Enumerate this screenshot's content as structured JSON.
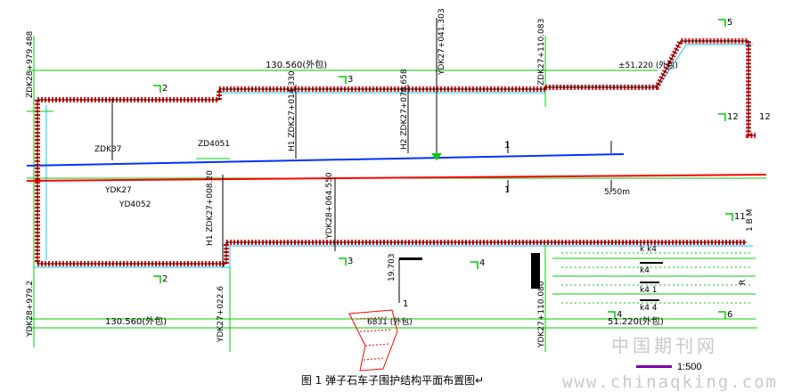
{
  "figure": {
    "caption": "图 1  弹子石车子围护结构平面布置图↵",
    "scale": "1:500",
    "watermark_cn": "中国期刊网",
    "watermark_url": "www.chinaqking.com"
  },
  "colors": {
    "retaining_wall": "#ff0000",
    "green_line": "#00cc00",
    "blue_line": "#0033ff",
    "cyan_line": "#00ccff",
    "axis_red": "#ff0000",
    "highlight": "#7a00a8"
  },
  "labels": {
    "top_dim": "130.560(外包)",
    "bottom_dim": "130.560(外包)",
    "dim_right_top": "±51.220 (外包)",
    "dim_right_bottom": "51.220(外包)",
    "chainage_left_top": "ZDK28+979.488",
    "chainage_left_bottom": "YDK28+979.2",
    "chainage_center_top": "YDK27+041.303",
    "chainage_mid_top": "ZDK27+110.083",
    "chainage_mid_bottom": "YDK27+022.6",
    "chainage_right_bottom": "YDK27+110.080",
    "chainage_vert1": "YDK28+064.550",
    "chainage_vert2": "H2 ZDK27+076.658",
    "chainage_vert3": "H1 ZDK27+014.330",
    "chainage_vert4": "H1 ZDK27+008.20",
    "label_zdk37": "ZDK37",
    "label_ydk27": "YDK27",
    "label_zd4051": "ZD4051",
    "label_yd4052": "YD4052",
    "label_3": "3",
    "label_3b": "3",
    "label_4": "4",
    "label_4b": "4",
    "label_5": "5",
    "label_2": "2",
    "label_2b": "2",
    "label_12": "12",
    "label_12b": "12",
    "label_11": "11",
    "label_1": "1",
    "label_1b": "1",
    "label_500m": "5/50m",
    "label_section1": "6831 (外包)",
    "label_19703": "19.703",
    "label_ref": "1",
    "label_6": "6",
    "label_kk4": "k k4",
    "label_k4": "k4",
    "label_kk1": "k4 1",
    "label_kk2": "k4 4",
    "label_1bm": "1 B M",
    "label_r": "R"
  }
}
